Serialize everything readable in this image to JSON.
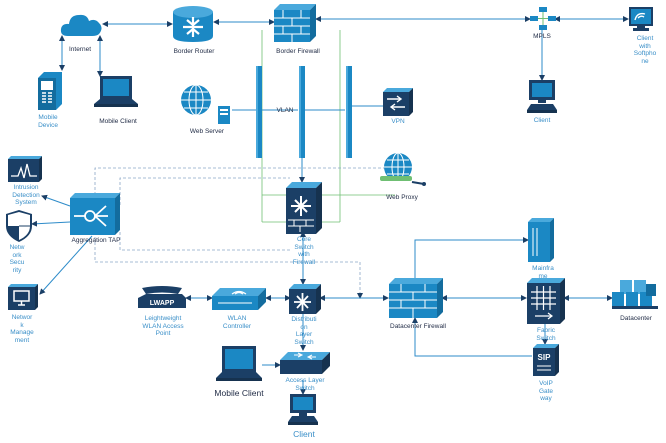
{
  "labels": {
    "internet": "Internet",
    "border_router": "Border Router",
    "border_firewall": "Border Firewall",
    "mpls": "MPLS",
    "client_softphone": "Client\nwith\nSoftpho\nne",
    "mobile_device": "Mobile\nDevice",
    "mobile_client_top": "Mobile Client",
    "web_server": "Web Server",
    "vlan": "VLAN",
    "vpn": "VPN",
    "client_top": "Client",
    "intrusion_detection": "Intrusion\nDetection\nSystem",
    "network_security": "Netw\nork\nSecu\nrity",
    "aggregation_tap": "Aggregation TAP",
    "web_proxy": "Web Proxy",
    "core_switch": "Core\nSwitch\nwith\nFirewall",
    "network_management": "Networ\nk\nManage\nment",
    "lightweight_ap": "Leightweight\nWLAN Access\nPoint",
    "wlan_controller": "WLAN\nController",
    "distribution_switch": "Distributi\non\nLayer\nSwitch",
    "datacenter_firewall": "Datacenter Firewall",
    "mainframe": "Mainfra\nme",
    "fabric_switch": "Fabric\nSwitch",
    "datacenter": "Datacenter",
    "voip_gateway": "VoIP\nGate\nway",
    "mobile_client_bottom": "Mobile Client",
    "access_switch": "Access Layer\nSwitch",
    "client_bottom": "Client"
  },
  "icon_text": {
    "lwapp": "LWAPP",
    "sip": "SIP"
  },
  "colors": {
    "icon_blue": "#1b88c4",
    "icon_dark": "#1b3f66",
    "line_blue": "#2d8bc9",
    "line_green": "#6fbf73",
    "line_dashed": "#8aa6c6"
  }
}
